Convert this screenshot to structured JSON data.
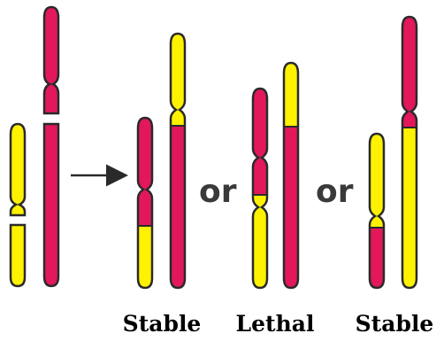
{
  "colors": {
    "magenta": "#E2185B",
    "yellow": "#FFF200",
    "outline": "#2a2a2a",
    "text": "#000000"
  },
  "connectors": {
    "or_1": "or",
    "or_2": "or"
  },
  "labels": {
    "outcome_1": "Stable",
    "outcome_2": "Lethal",
    "outcome_3": "Stable"
  }
}
